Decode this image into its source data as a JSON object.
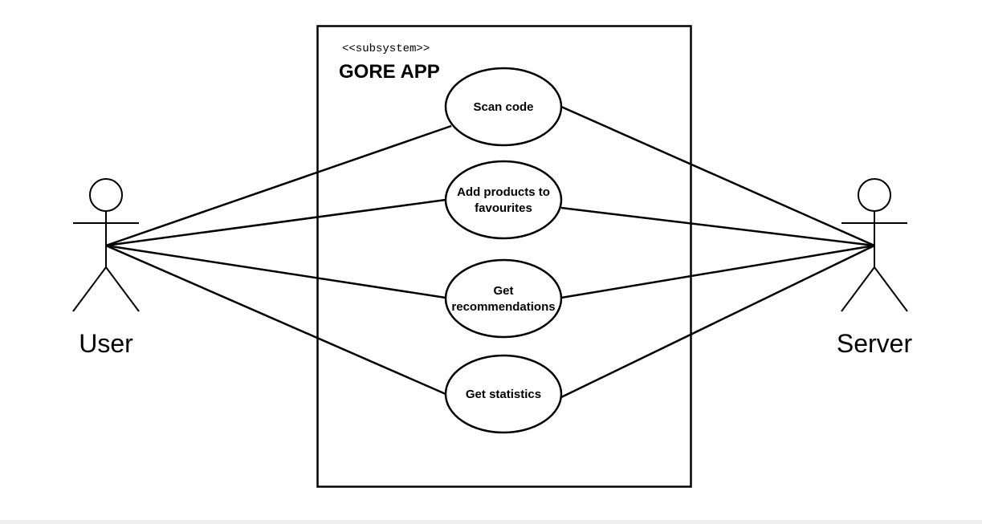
{
  "system": {
    "stereotype": "<<subsystem>>",
    "title": "GORE APP"
  },
  "use_cases": [
    {
      "id": "scan",
      "lines": [
        "Scan code"
      ]
    },
    {
      "id": "favourites",
      "lines": [
        "Add products to",
        "favourites"
      ]
    },
    {
      "id": "recommendations",
      "lines": [
        "Get",
        "recommendations"
      ]
    },
    {
      "id": "statistics",
      "lines": [
        "Get statistics"
      ]
    }
  ],
  "actors": [
    {
      "id": "user",
      "label": "User"
    },
    {
      "id": "server",
      "label": "Server"
    }
  ],
  "associations": [
    {
      "actor": "user",
      "use_case": "scan"
    },
    {
      "actor": "user",
      "use_case": "favourites"
    },
    {
      "actor": "user",
      "use_case": "recommendations"
    },
    {
      "actor": "user",
      "use_case": "statistics"
    },
    {
      "actor": "server",
      "use_case": "scan"
    },
    {
      "actor": "server",
      "use_case": "favourites"
    },
    {
      "actor": "server",
      "use_case": "recommendations"
    },
    {
      "actor": "server",
      "use_case": "statistics"
    }
  ],
  "colors": {
    "stroke": "#000000",
    "background": "#ffffff",
    "footer_strip": "#efefef"
  }
}
